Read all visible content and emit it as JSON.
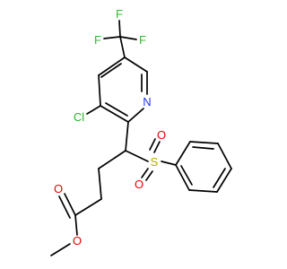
{
  "molecule": {
    "colors": {
      "carbon_bond": "#000000",
      "nitrogen": "#2233ee",
      "oxygen": "#ee0000",
      "sulfur": "#bbaa00",
      "chlorine": "#22bb22",
      "fluorine": "#33bb33"
    },
    "atoms": [
      {
        "label": "F",
        "element": "fluorine"
      },
      {
        "label": "F",
        "element": "fluorine"
      },
      {
        "label": "F",
        "element": "fluorine"
      },
      {
        "label": "N",
        "element": "nitrogen"
      },
      {
        "label": "Cl",
        "element": "chlorine"
      },
      {
        "label": "O",
        "element": "oxygen"
      },
      {
        "label": "S",
        "element": "sulfur"
      },
      {
        "label": "O",
        "element": "oxygen"
      },
      {
        "label": "O",
        "element": "oxygen"
      },
      {
        "label": "O",
        "element": "oxygen"
      }
    ]
  }
}
